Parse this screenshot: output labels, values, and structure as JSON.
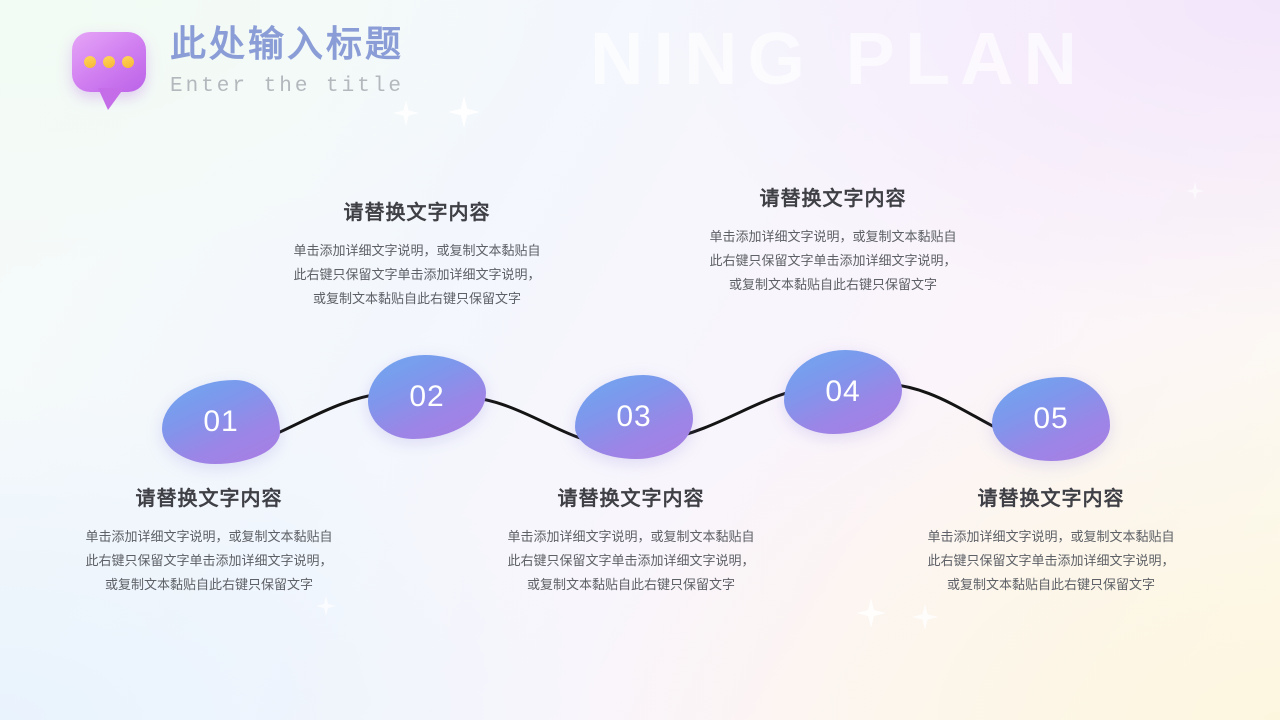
{
  "slide": {
    "watermark": "NING PLAN",
    "background": {
      "top_left": "#f2fbf4",
      "top_right": "#f2e6fb",
      "bottom_left": "#e9f3fd",
      "bottom_right": "#fdf6df"
    }
  },
  "header": {
    "icon": "speech-bubble-icon",
    "title_cn": "此处输入标题",
    "title_en": "Enter the title",
    "title_color": "#8b9dd6",
    "subtitle_color": "#b3b8bd"
  },
  "steps": [
    {
      "number": "01",
      "heading": "请替换文字内容",
      "body": "单击添加详细文字说明，或复制文本黏贴自此右键只保留文字单击添加详细文字说明，或复制文本黏贴自此右键只保留文字",
      "position": "below"
    },
    {
      "number": "02",
      "heading": "请替换文字内容",
      "body": "单击添加详细文字说明，或复制文本黏贴自此右键只保留文字单击添加详细文字说明，或复制文本黏贴自此右键只保留文字",
      "position": "above"
    },
    {
      "number": "03",
      "heading": "请替换文字内容",
      "body": "单击添加详细文字说明，或复制文本黏贴自此右键只保留文字单击添加详细文字说明，或复制文本黏贴自此右键只保留文字",
      "position": "below"
    },
    {
      "number": "04",
      "heading": "请替换文字内容",
      "body": "单击添加详细文字说明，或复制文本黏贴自此右键只保留文字单击添加详细文字说明，或复制文本黏贴自此右键只保留文字",
      "position": "above"
    },
    {
      "number": "05",
      "heading": "请替换文字内容",
      "body": "单击添加详细文字说明，或复制文本黏贴自此右键只保留文字单击添加详细文字说明，或复制文本黏贴自此右键只保留文字",
      "position": "below"
    }
  ],
  "theme": {
    "blob_gradient_from": "#6fa8f0",
    "blob_gradient_to": "#ab7ce4",
    "connector_color": "#111111",
    "heading_color": "#3f3f46",
    "body_color": "#5d6066"
  }
}
